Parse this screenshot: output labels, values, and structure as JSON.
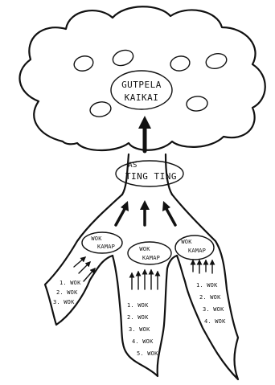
{
  "canopy": {
    "line1": "GUTPELA",
    "line2": "KAIKAI"
  },
  "trunk": {
    "line1": "AS",
    "line2": "TING TING"
  },
  "roots": [
    {
      "title1": "WOK",
      "title2": "KAMAP",
      "items": [
        "1. WOK",
        "2. WOK",
        "3. WOK"
      ]
    },
    {
      "title1": "WOK",
      "title2": "KAMAP",
      "items": [
        "1. WOK",
        "2. WOK",
        "3. WOK",
        "4. WOK",
        "5. WOK"
      ]
    },
    {
      "title1": "WOK",
      "title2": "KAMAP",
      "items": [
        "1. WOK",
        "2. WOK",
        "3. WOK",
        "4. WOK"
      ]
    }
  ]
}
